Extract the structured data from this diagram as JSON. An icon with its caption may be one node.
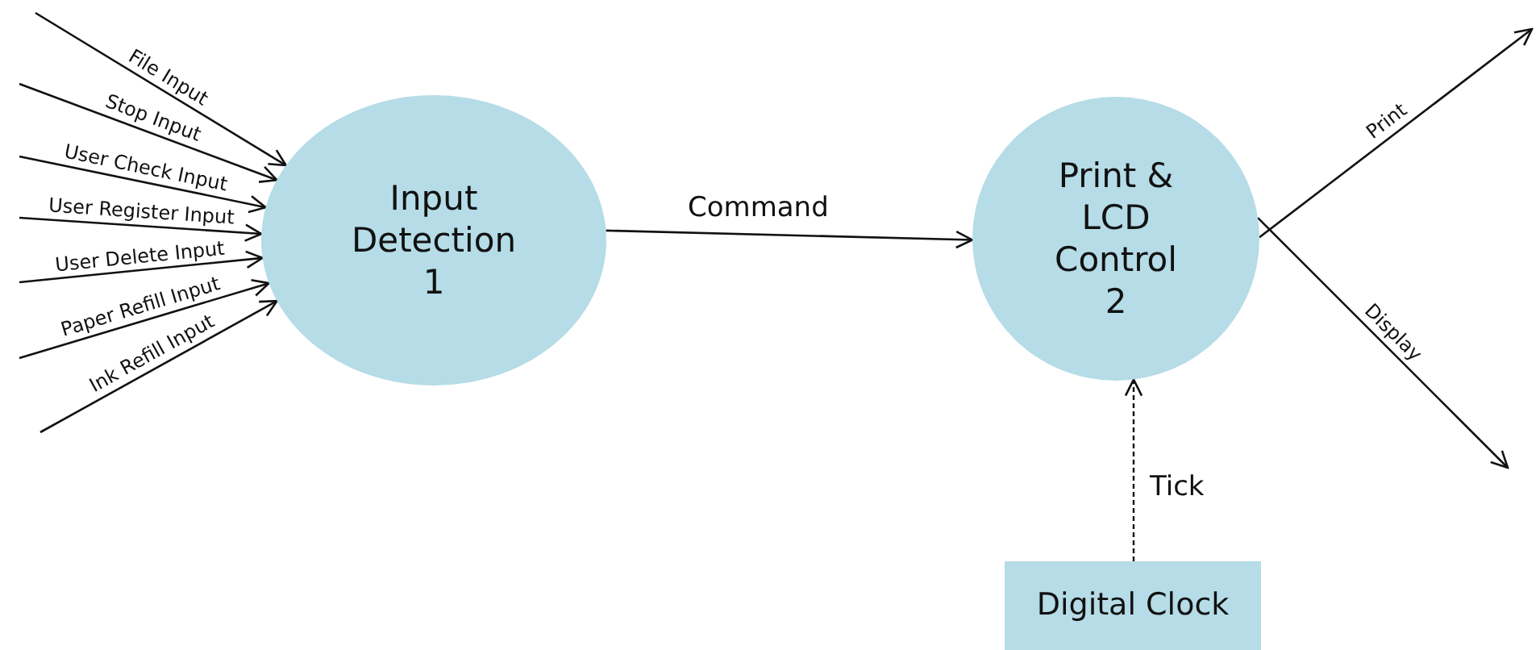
{
  "diagram": {
    "nodes": [
      {
        "text": [
          "Input Detection 1"
        ]
      },
      {
        "text": [
          "Print & LCD Control 2"
        ]
      },
      {
        "text": [
          "Digital Clock"
        ]
      }
    ],
    "edges": [
      {
        "from": null,
        "to": 0,
        "arrow": "to",
        "label": "File Input"
      },
      {
        "from": null,
        "to": 0,
        "arrow": "to",
        "label": "Stop Input"
      },
      {
        "from": null,
        "to": 0,
        "arrow": "to",
        "label": "User Check Input"
      },
      {
        "from": null,
        "to": 0,
        "arrow": "to",
        "label": "User Register Input"
      },
      {
        "from": null,
        "to": 0,
        "arrow": "to",
        "label": "User Delete Input"
      },
      {
        "from": null,
        "to": 0,
        "arrow": "to",
        "label": "Paper Refill Input"
      },
      {
        "from": null,
        "to": 0,
        "arrow": "to",
        "label": "Ink Refill Input"
      },
      {
        "from": 0,
        "to": 1,
        "arrow": "to",
        "label": "Command"
      },
      {
        "from": 2,
        "to": 1,
        "arrow": "to",
        "label": "Tick",
        "style": "dashed"
      },
      {
        "from": 1,
        "to": null,
        "arrow": "to",
        "label": "Print"
      },
      {
        "from": 1,
        "to": null,
        "arrow": "to",
        "label": "Display"
      }
    ]
  }
}
